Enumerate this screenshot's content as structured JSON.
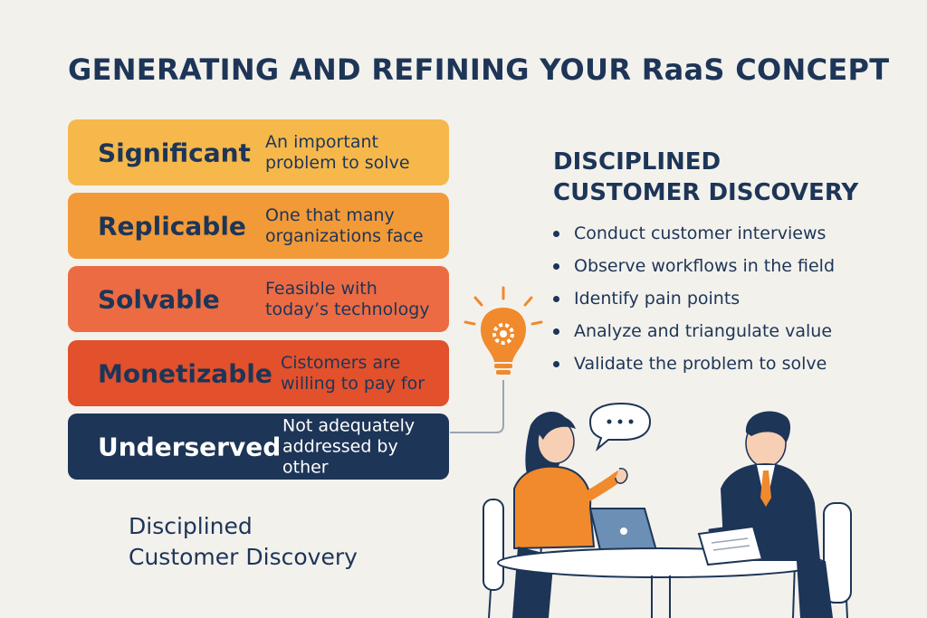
{
  "title": "GENERATING AND REFINING YOUR RaaS CONCEPT",
  "criteria": [
    {
      "name": "Significant",
      "desc": "An important\nproblem to solve",
      "color": "#f6b84b"
    },
    {
      "name": "Replicable",
      "desc": "One that many\norganizations face",
      "color": "#f29a38"
    },
    {
      "name": "Solvable",
      "desc": "Feasible with\ntoday’s technology",
      "color": "#ec6b43"
    },
    {
      "name": "Monetizable",
      "desc": "Cistomers are\nwilling to pay for",
      "color": "#e2502c"
    },
    {
      "name": "Underserved",
      "desc": "Not adequately\naddressed by other",
      "color": "#1d3557"
    }
  ],
  "discovery": {
    "heading_line1": "DISCIPLINED",
    "heading_line2": "CUSTOMER DISCOVERY",
    "bullets": [
      "Conduct customer interviews",
      "Observe workflows in the field",
      "Identify pain points",
      "Analyze and triangulate value",
      "Validate the problem to solve"
    ]
  },
  "footer": {
    "line1": "Disciplined",
    "line2": "Customer Discovery"
  },
  "icons": {
    "idea": "lightbulb-gear-icon",
    "speech": "speech-bubble-icon"
  },
  "colors": {
    "navy": "#1d3557",
    "orange": "#f08a2c",
    "background": "#f3f1ec"
  }
}
